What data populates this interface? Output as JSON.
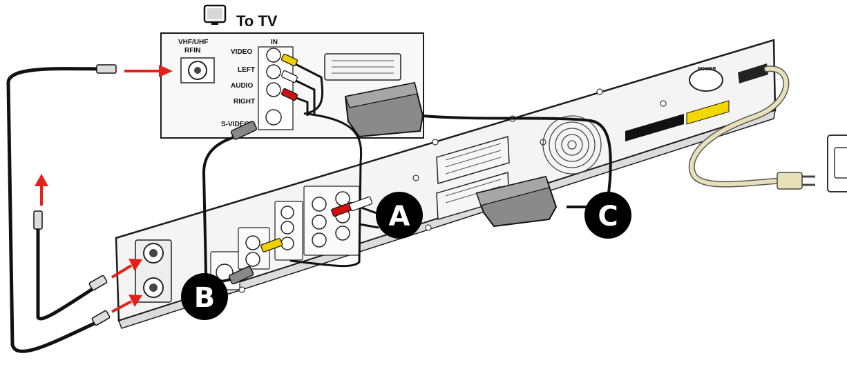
{
  "header": {
    "title": "To TV"
  },
  "tv_panel": {
    "rf_label_line1": "VHF/UHF",
    "rf_label_line2": "RFIN",
    "in_label": "IN",
    "video_label": "VIDEO",
    "left_label": "LEFT",
    "audio_label": "AUDIO",
    "right_label": "RIGHT",
    "svideo_label": "S-VIDEO"
  },
  "recorder": {
    "power_label": "POWER"
  },
  "callouts": {
    "a": "A",
    "b": "B",
    "c": "C"
  },
  "colors": {
    "arrow": "#e32119",
    "cable": "#111111",
    "video_plug": "#f0d000",
    "audio_left_plug": "#ffffff",
    "audio_right_plug": "#d01010",
    "power_cord": "#e8e0b8",
    "callout_fill": "#000000"
  }
}
